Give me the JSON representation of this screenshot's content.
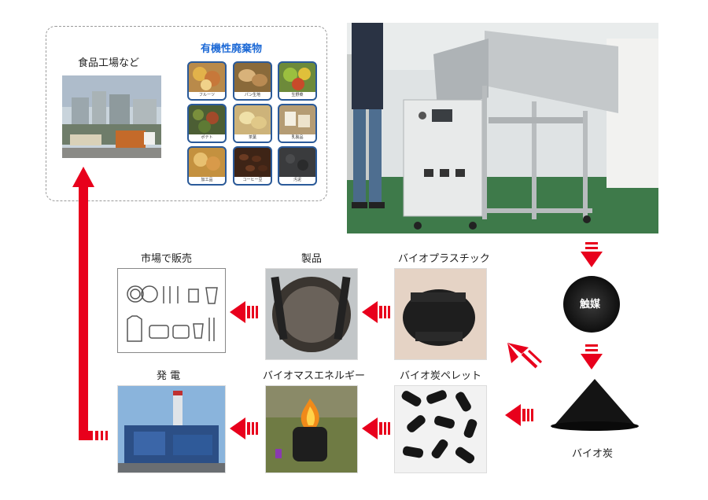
{
  "source": {
    "factory_label": "食品工場など",
    "waste_title": "有機性廃棄物",
    "waste_items": [
      "フルーツ",
      "パン生地",
      "生野菜",
      "ポテト",
      "茶葉",
      "乳製品",
      "加工品",
      "コーヒー豆",
      "汚泥"
    ]
  },
  "flow": {
    "catalyst_label": "触媒",
    "biochar_label": "バイオ炭",
    "bioplastic_label": "バイオプラスチック",
    "product_label": "製品",
    "market_label": "市場で販売",
    "pellet_label": "バイオ炭ペレット",
    "energy_label": "バイオマスエネルギー",
    "power_label": "発 電"
  },
  "colors": {
    "arrow": "#e8001c",
    "tile_border": "#2a5a9a",
    "title_blue": "#1e6ad6"
  }
}
